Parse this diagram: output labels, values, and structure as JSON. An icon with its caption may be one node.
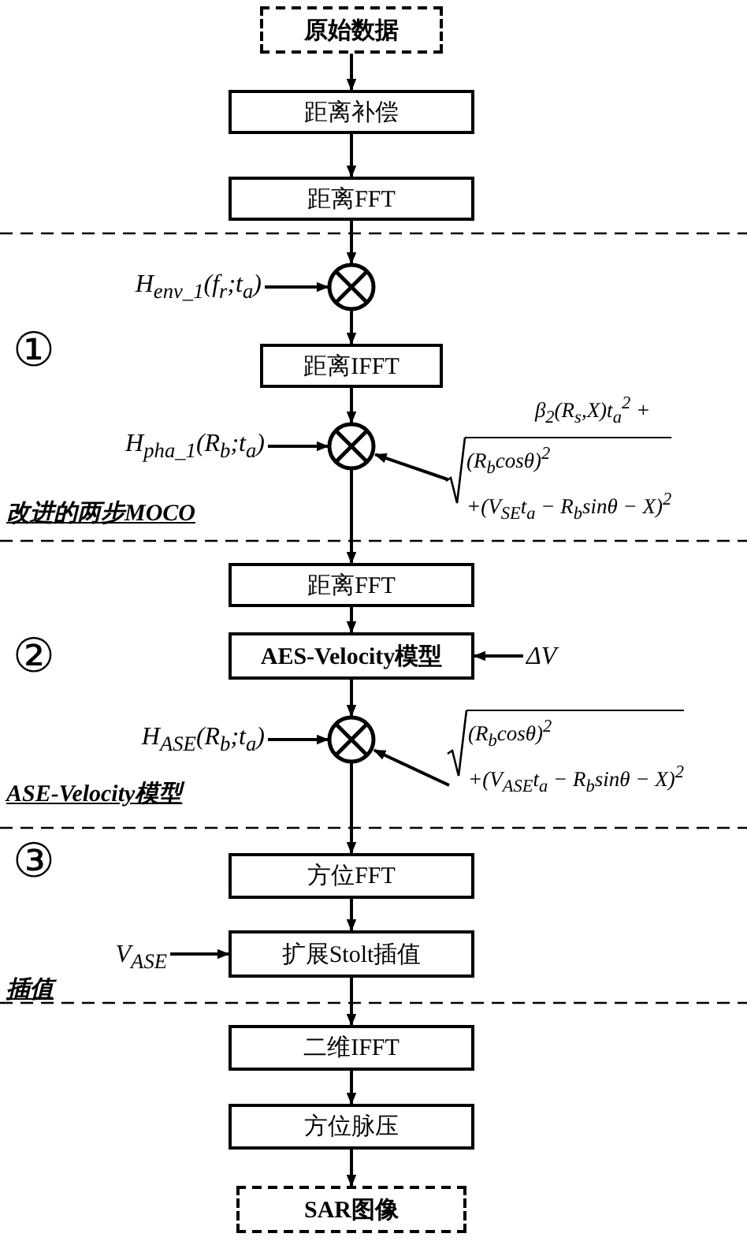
{
  "diagram": {
    "nodes": [
      {
        "text": [
          "原始数据"
        ]
      },
      {
        "text": [
          "距离补偿"
        ]
      },
      {
        "text": [
          "距离FFT"
        ]
      },
      {
        "text": [],
        "shape": "circle"
      },
      {
        "text": [
          "H$_{env_1}$(f$_{r}$;t$_{a}$)"
        ]
      },
      {
        "text": [
          "距离IFFT"
        ]
      },
      {
        "text": [],
        "shape": "circle"
      },
      {
        "text": [
          "H$_{pha_1}$(R$_{b}$;t$_{a}$)"
        ]
      },
      {
        "text": [
          "β$_{2}$(R$_{s}$,X)t$_{a}$$^{2}$ +",
          "(R$_{b}$cosθ)$^{2}$",
          "+(V$_{SE}$t$_{a}$ − R$_{b}$sinθ − X)$^{2}$"
        ]
      },
      {
        "text": [
          "距离FFT"
        ]
      },
      {
        "text": [
          "AES-Velocity模型"
        ]
      },
      {
        "text": [
          "ΔV"
        ]
      },
      {
        "text": [],
        "shape": "circle"
      },
      {
        "text": [
          "H$_{ASE}$(R$_{b}$;t$_{a}$)"
        ]
      },
      {
        "text": [
          "(R$_{b}$cosθ)$^{2}$",
          "+(V$_{ASE}$t$_{a}$ − R$_{b}$sinθ − X)$^{2}$"
        ]
      },
      {
        "text": [
          "方位FFT"
        ]
      },
      {
        "text": [
          "扩展Stolt插值"
        ]
      },
      {
        "text": [
          "V$_{ASE}$"
        ]
      },
      {
        "text": [
          "二维IFFT"
        ]
      },
      {
        "text": [
          "方位脉压"
        ]
      },
      {
        "text": [
          "SAR图像"
        ]
      }
    ],
    "edges": [
      {
        "from": 0,
        "to": 1,
        "arrow": "to"
      },
      {
        "from": 1,
        "to": 2,
        "arrow": "to"
      },
      {
        "from": 2,
        "to": 3,
        "arrow": "to"
      },
      {
        "from": 4,
        "to": 3,
        "arrow": "to"
      },
      {
        "from": 3,
        "to": 5,
        "arrow": "to"
      },
      {
        "from": 5,
        "to": 6,
        "arrow": "to"
      },
      {
        "from": 7,
        "to": 6,
        "arrow": "to"
      },
      {
        "from": 6,
        "to": 9,
        "arrow": "to"
      },
      {
        "from": 8,
        "to": 6,
        "arrow": "to"
      },
      {
        "from": 9,
        "to": 10,
        "arrow": "to"
      },
      {
        "from": 11,
        "to": 10,
        "arrow": "to"
      },
      {
        "from": 10,
        "to": 12,
        "arrow": "to"
      },
      {
        "from": 13,
        "to": 12,
        "arrow": "to"
      },
      {
        "from": 12,
        "to": 15,
        "arrow": "to"
      },
      {
        "from": 14,
        "to": 12,
        "arrow": "to"
      },
      {
        "from": 15,
        "to": 16,
        "arrow": "to"
      },
      {
        "from": 17,
        "to": 16,
        "arrow": "to"
      },
      {
        "from": 16,
        "to": 18,
        "arrow": "to"
      },
      {
        "from": 18,
        "to": 19,
        "arrow": "to"
      },
      {
        "from": 19,
        "to": 20,
        "arrow": "to"
      }
    ],
    "labels": [
      "①",
      "改进的两步MOCO",
      "②",
      "ASE-Velocity模型",
      "③",
      "插值"
    ]
  }
}
